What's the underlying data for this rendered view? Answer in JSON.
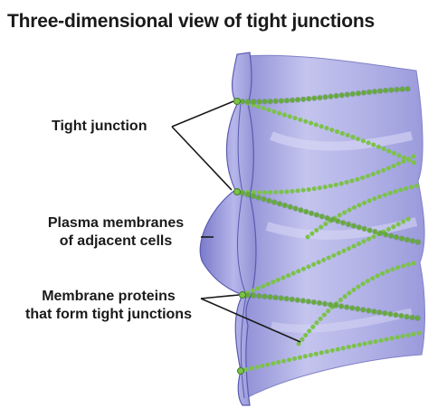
{
  "title": "Three-dimensional view of tight junctions",
  "labels": {
    "tight_junction": "Tight junction",
    "plasma_line1": "Plasma membranes",
    "plasma_line2": "of adjacent cells",
    "proteins_line1": "Membrane proteins",
    "proteins_line2": "that form tight junctions"
  },
  "colors": {
    "membrane": "#a8a8e0",
    "membrane_dark": "#6e6ec0",
    "protein_bead": "#7cc24a",
    "protein_outline": "#3f7f22",
    "leader_line": "#1a1a1a"
  }
}
